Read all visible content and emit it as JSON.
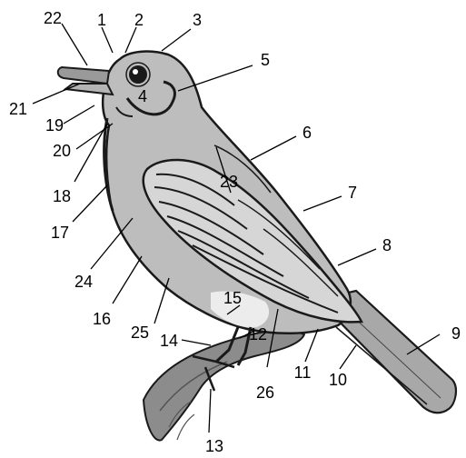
{
  "diagram": {
    "subject": "bird-topography",
    "colors": {
      "background": "#ffffff",
      "outline": "#1a1a1a",
      "body_fill": "#bdbdbd",
      "wing_fill": "#d6d6d6",
      "tail_fill": "#a8a8a8",
      "branch_fill": "#8c8c8c",
      "label_color": "#000000"
    },
    "labels": {
      "l1": "1",
      "l2": "2",
      "l3": "3",
      "l4": "4",
      "l5": "5",
      "l6": "6",
      "l7": "7",
      "l8": "8",
      "l9": "9",
      "l10": "10",
      "l11": "11",
      "l12": "12",
      "l13": "13",
      "l14": "14",
      "l15": "15",
      "l16": "16",
      "l17": "17",
      "l18": "18",
      "l19": "19",
      "l20": "20",
      "l21": "21",
      "l22": "22",
      "l23": "23",
      "l24": "24",
      "l25": "25",
      "l26": "26"
    }
  }
}
